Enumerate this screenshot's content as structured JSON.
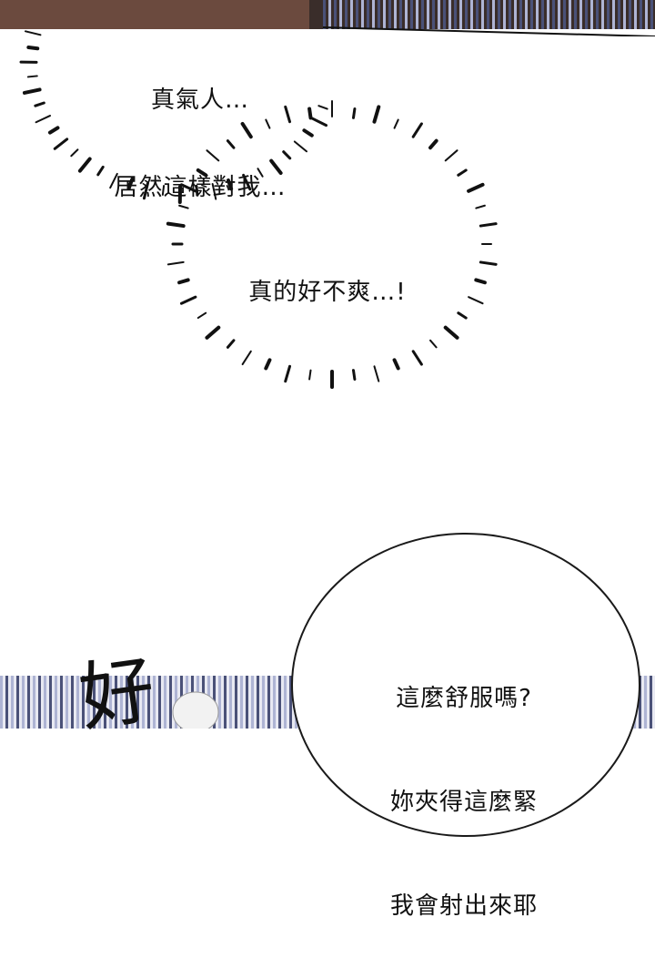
{
  "thought_bubble_1": {
    "lines": [
      "真氣人…",
      "居然這樣對我…"
    ]
  },
  "thought_bubble_2": {
    "lines": [
      "真的好不爽…!"
    ]
  },
  "speech_bubble": {
    "lines": [
      "這麼舒服嗎?",
      "妳夾得這麼緊",
      "我會射出來耶"
    ]
  },
  "sfx": {
    "text": "好"
  },
  "colors": {
    "ink": "#111111",
    "panel_stripe_a": "#4a5178",
    "panel_stripe_b": "#aeb4d4",
    "bg": "#ffffff"
  }
}
